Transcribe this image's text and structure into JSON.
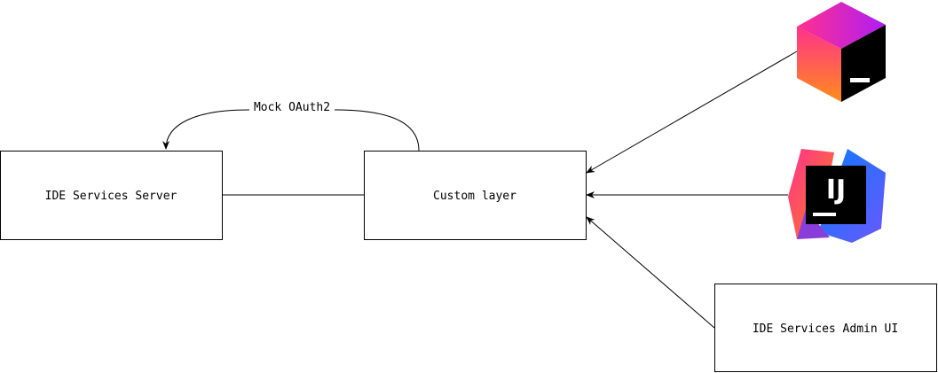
{
  "nodes": {
    "server": {
      "label": "IDE Services Server"
    },
    "custom_layer": {
      "label": "Custom layer"
    },
    "admin_ui": {
      "label": "IDE Services Admin UI"
    }
  },
  "edges": {
    "mock_oauth": {
      "label": "Mock OAuth2"
    }
  },
  "icons": {
    "toolbox": {
      "name": "jetbrains-toolbox-icon"
    },
    "intellij": {
      "name": "intellij-idea-icon",
      "text": "IJ"
    }
  },
  "colors": {
    "stroke": "#000000",
    "background": "#ffffff",
    "toolbox_gradient": [
      "#ff8c1a",
      "#ff318c",
      "#af1df5"
    ],
    "intellij_gradient": [
      "#fc801d",
      "#fe2857",
      "#087cfa",
      "#6b57ff"
    ]
  }
}
